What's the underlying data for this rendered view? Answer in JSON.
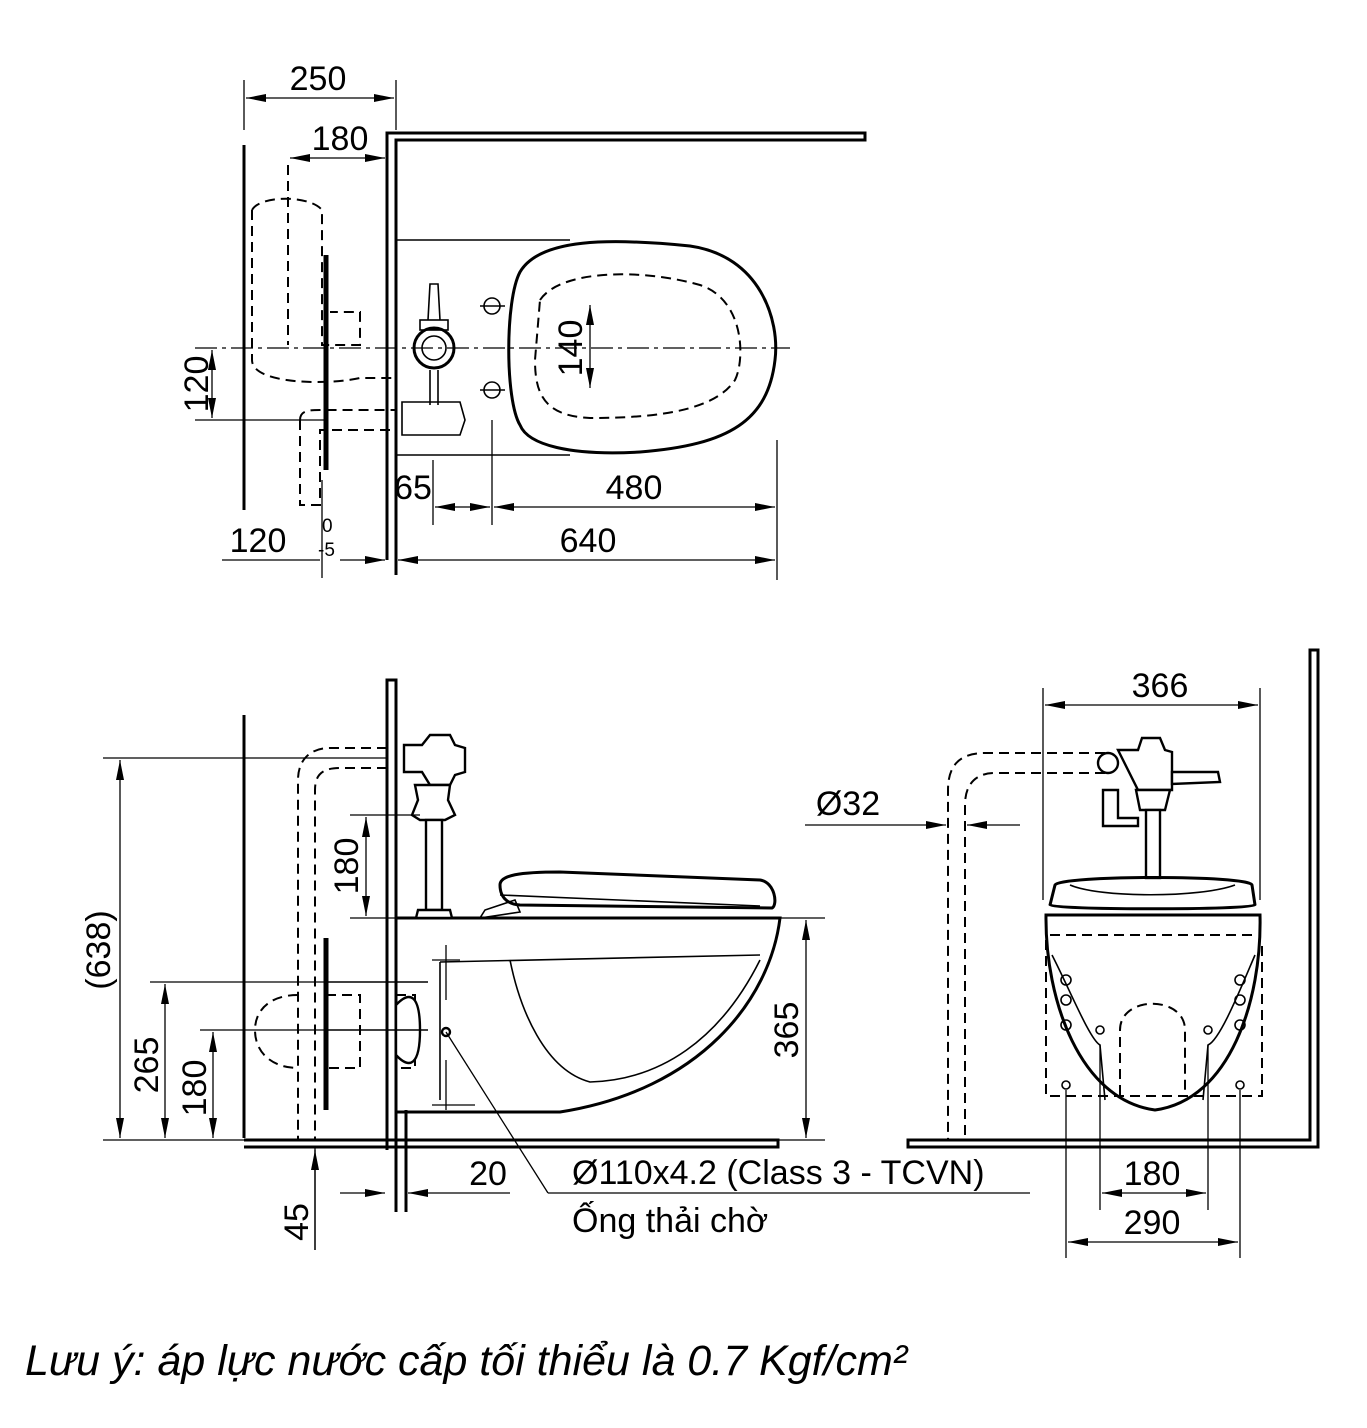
{
  "top_view": {
    "dim_250": "250",
    "dim_180": "180",
    "dim_120_vertical": "120",
    "dim_140": "140",
    "dim_65": "65",
    "dim_480": "480",
    "dim_640": "640",
    "dim_120_bottom": "120",
    "offset_0": "0",
    "offset_5": "-5"
  },
  "side_view": {
    "dim_638": "(638)",
    "dim_180_valve": "180",
    "dim_365": "365",
    "dim_265": "265",
    "dim_180_low": "180",
    "dim_45": "45",
    "dim_20": "20",
    "pipe_spec": "Ø110x4.2 (Class 3 - TCVN)",
    "pipe_label": "Ống thải chờ"
  },
  "front_view": {
    "dim_366": "366",
    "dim_32": "Ø32",
    "dim_180": "180",
    "dim_290": "290"
  },
  "note": "Lưu ý: áp lực nước cấp tối thiểu là 0.7 Kgf/cm²"
}
